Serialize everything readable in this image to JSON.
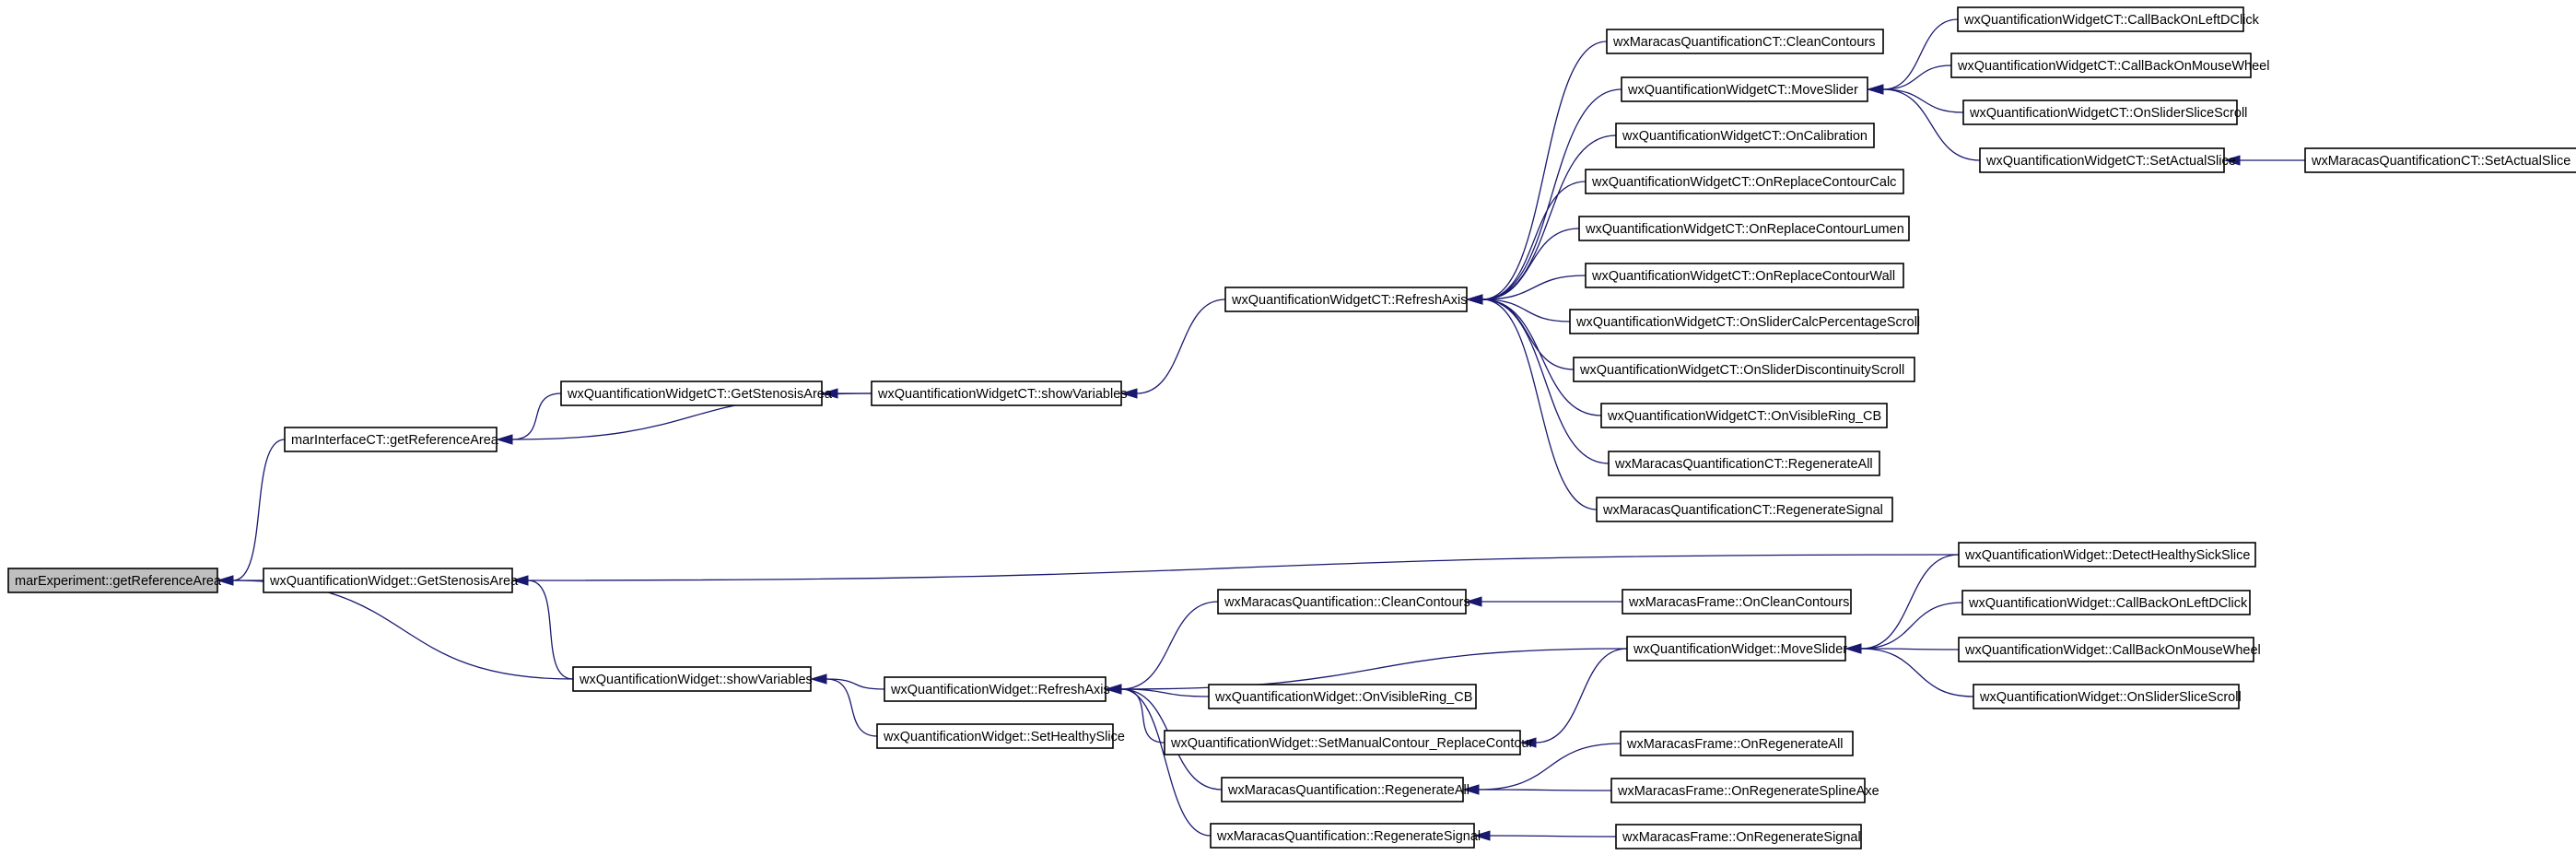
{
  "root": "n_root",
  "nodes": {
    "n_root": "marExperiment::getReferenceArea",
    "n_ic_getref": "marInterfaceCT::getReferenceArea",
    "n_qw_getsten": "wxQuantificationWidget::GetStenosisArea",
    "n_qwct_getsten": "wxQuantificationWidgetCT::GetStenosisArea",
    "n_qwct_showvars": "wxQuantificationWidgetCT::showVariables",
    "n_qwct_refresh": "wxQuantificationWidgetCT::RefreshAxis",
    "n_mqct_clean": "wxMaracasQuantificationCT::CleanContours",
    "n_qwct_move": "wxQuantificationWidgetCT::MoveSlider",
    "n_qwct_calib": "wxQuantificationWidgetCT::OnCalibration",
    "n_qwct_repcalc": "wxQuantificationWidgetCT::OnReplaceContourCalc",
    "n_qwct_replumen": "wxQuantificationWidgetCT::OnReplaceContourLumen",
    "n_qwct_repwall": "wxQuantificationWidgetCT::OnReplaceContourWall",
    "n_qwct_calcpct": "wxQuantificationWidgetCT::OnSliderCalcPercentageScroll",
    "n_qwct_discont": "wxQuantificationWidgetCT::OnSliderDiscontinuityScroll",
    "n_qwct_visring": "wxQuantificationWidgetCT::OnVisibleRing_CB",
    "n_mqct_regall": "wxMaracasQuantificationCT::RegenerateAll",
    "n_mqct_regsig": "wxMaracasQuantificationCT::RegenerateSignal",
    "n_qwct_cbdbl": "wxQuantificationWidgetCT::CallBackOnLeftDClick",
    "n_qwct_cbwheel": "wxQuantificationWidgetCT::CallBackOnMouseWheel",
    "n_qwct_slicescroll": "wxQuantificationWidgetCT::OnSliderSliceScroll",
    "n_qwct_setslice": "wxQuantificationWidgetCT::SetActualSlice",
    "n_mqct_setslice": "wxMaracasQuantificationCT::SetActualSlice",
    "n_qw_detect": "wxQuantificationWidget::DetectHealthySickSlice",
    "n_qw_showvars": "wxQuantificationWidget::showVariables",
    "n_qw_refresh": "wxQuantificationWidget::RefreshAxis",
    "n_qw_sethealthy": "wxQuantificationWidget::SetHealthySlice",
    "n_mq_clean": "wxMaracasQuantification::CleanContours",
    "n_qw_visring": "wxQuantificationWidget::OnVisibleRing_CB",
    "n_qw_setmanual": "wxQuantificationWidget::SetManualContour_ReplaceContour",
    "n_mq_regall": "wxMaracasQuantification::RegenerateAll",
    "n_mq_regsig": "wxMaracasQuantification::RegenerateSignal",
    "n_mf_clean": "wxMaracasFrame::OnCleanContours",
    "n_qw_move": "wxQuantificationWidget::MoveSlider",
    "n_mf_regall": "wxMaracasFrame::OnRegenerateAll",
    "n_mf_regspline": "wxMaracasFrame::OnRegenerateSplineAxe",
    "n_mf_regsig": "wxMaracasFrame::OnRegenerateSignal",
    "n_qw_cbdbl": "wxQuantificationWidget::CallBackOnLeftDClick",
    "n_qw_cbwheel": "wxQuantificationWidget::CallBackOnMouseWheel",
    "n_qw_slicescroll": "wxQuantificationWidget::OnSliderSliceScroll"
  },
  "edges": [
    [
      "n_ic_getref",
      "n_root"
    ],
    [
      "n_qw_getsten",
      "n_root"
    ],
    [
      "n_qw_showvars",
      "n_root"
    ],
    [
      "n_qwct_getsten",
      "n_ic_getref"
    ],
    [
      "n_qwct_showvars",
      "n_ic_getref"
    ],
    [
      "n_qwct_showvars",
      "n_qwct_getsten"
    ],
    [
      "n_qwct_refresh",
      "n_qwct_showvars"
    ],
    [
      "n_mqct_clean",
      "n_qwct_refresh"
    ],
    [
      "n_qwct_move",
      "n_qwct_refresh"
    ],
    [
      "n_qwct_calib",
      "n_qwct_refresh"
    ],
    [
      "n_qwct_repcalc",
      "n_qwct_refresh"
    ],
    [
      "n_qwct_replumen",
      "n_qwct_refresh"
    ],
    [
      "n_qwct_repwall",
      "n_qwct_refresh"
    ],
    [
      "n_qwct_calcpct",
      "n_qwct_refresh"
    ],
    [
      "n_qwct_discont",
      "n_qwct_refresh"
    ],
    [
      "n_qwct_visring",
      "n_qwct_refresh"
    ],
    [
      "n_mqct_regall",
      "n_qwct_refresh"
    ],
    [
      "n_mqct_regsig",
      "n_qwct_refresh"
    ],
    [
      "n_qwct_cbdbl",
      "n_qwct_move"
    ],
    [
      "n_qwct_cbwheel",
      "n_qwct_move"
    ],
    [
      "n_qwct_slicescroll",
      "n_qwct_move"
    ],
    [
      "n_qwct_setslice",
      "n_qwct_move"
    ],
    [
      "n_mqct_setslice",
      "n_qwct_setslice"
    ],
    [
      "n_qw_showvars",
      "n_qw_getsten"
    ],
    [
      "n_qw_detect",
      "n_qw_getsten"
    ],
    [
      "n_qw_refresh",
      "n_qw_showvars"
    ],
    [
      "n_qw_sethealthy",
      "n_qw_showvars"
    ],
    [
      "n_mq_clean",
      "n_qw_refresh"
    ],
    [
      "n_qw_move",
      "n_qw_refresh"
    ],
    [
      "n_qw_visring",
      "n_qw_refresh"
    ],
    [
      "n_qw_setmanual",
      "n_qw_refresh"
    ],
    [
      "n_mq_regall",
      "n_qw_refresh"
    ],
    [
      "n_mq_regsig",
      "n_qw_refresh"
    ],
    [
      "n_mf_clean",
      "n_mq_clean"
    ],
    [
      "n_qw_move",
      "n_qw_setmanual"
    ],
    [
      "n_mf_regall",
      "n_mq_regall"
    ],
    [
      "n_mf_regspline",
      "n_mq_regall"
    ],
    [
      "n_mf_regsig",
      "n_mq_regsig"
    ],
    [
      "n_qw_detect",
      "n_qw_move"
    ],
    [
      "n_qw_cbdbl",
      "n_qw_move"
    ],
    [
      "n_qw_cbwheel",
      "n_qw_move"
    ],
    [
      "n_qw_slicescroll",
      "n_qw_move"
    ]
  ]
}
